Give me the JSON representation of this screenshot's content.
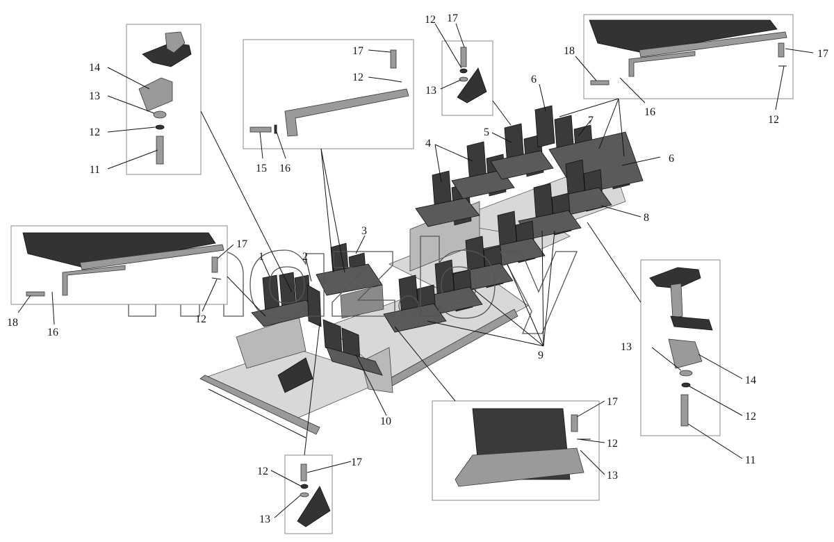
{
  "labels": {
    "n1": "1",
    "n2": "2",
    "n3": "3",
    "n4": "4",
    "n5": "5",
    "n6a": "6",
    "n6b": "6",
    "n7": "7",
    "n8": "8",
    "n9": "9",
    "n10": "10",
    "tl_14": "14",
    "tl_13": "13",
    "tl_12": "12",
    "tl_11": "11",
    "tc_17": "17",
    "tc_12": "12",
    "tc_15": "15",
    "tc_16": "16",
    "tm_12": "12",
    "tm_17": "17",
    "tm_13": "13",
    "tr_18": "18",
    "tr_17": "17",
    "tr_16": "16",
    "tr_12": "12",
    "ml_17": "17",
    "ml_12": "12",
    "ml_18": "18",
    "ml_16": "16",
    "mr_13": "13",
    "mr_14": "14",
    "mr_12": "12",
    "mr_11": "11",
    "bc_17": "17",
    "bc_12": "12",
    "bc_13": "13",
    "bl_12": "12",
    "bl_17": "17",
    "bl_13": "13"
  },
  "watermark": "maz.by"
}
